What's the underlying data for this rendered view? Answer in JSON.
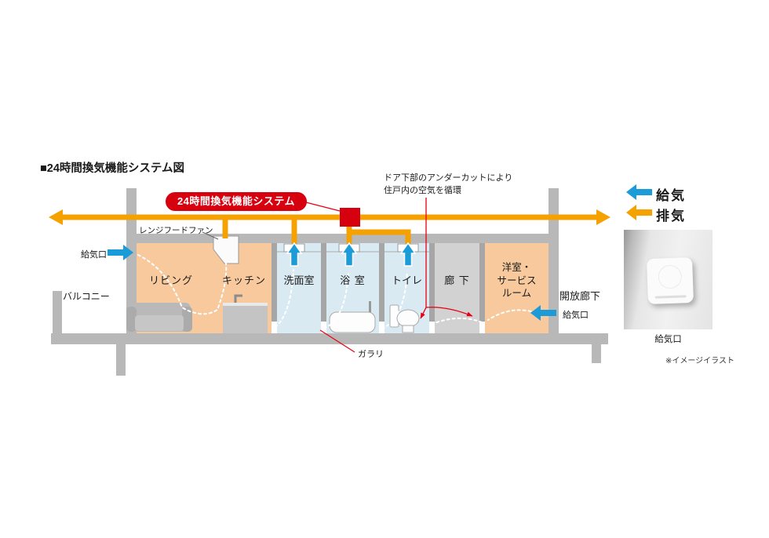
{
  "title": "■24時間換気機能システム図",
  "system_badge": "24時間換気機能システム",
  "undercut_note": "ドア下部のアンダーカットにより\n住戸内の空気を循環",
  "legend": {
    "supply_label": "給気",
    "exhaust_label": "排気"
  },
  "diagram": {
    "supply_port_left_label": "給気口",
    "supply_port_right_label": "給気口",
    "range_hood_label": "レンジフードファン",
    "balcony_label": "バルコニー",
    "open_corridor_label": "開放廊下",
    "louver_label": "ガラリ",
    "rooms": [
      {
        "name": "リビング",
        "type": "orange"
      },
      {
        "name": "キッチン",
        "type": "orange"
      },
      {
        "name": "洗面室",
        "type": "blue"
      },
      {
        "name": "浴 室",
        "type": "blue"
      },
      {
        "name": "トイレ",
        "type": "blue"
      },
      {
        "name": "廊 下",
        "type": "gray"
      },
      {
        "name": "洋室・\nサービス\nルーム",
        "type": "orange"
      }
    ]
  },
  "photo": {
    "caption": "給気口",
    "note": "※イメージイラスト"
  },
  "colors": {
    "exhaust_orange": "#F5A200",
    "supply_blue": "#1B9BD7",
    "accent_red": "#D7000F",
    "leader_red": "#E60012",
    "room_orange": "#F7C99C",
    "room_blue": "#D9EAF3",
    "corridor_gray": "#D2D2D2",
    "structure_gray": "#B8B8B8"
  }
}
